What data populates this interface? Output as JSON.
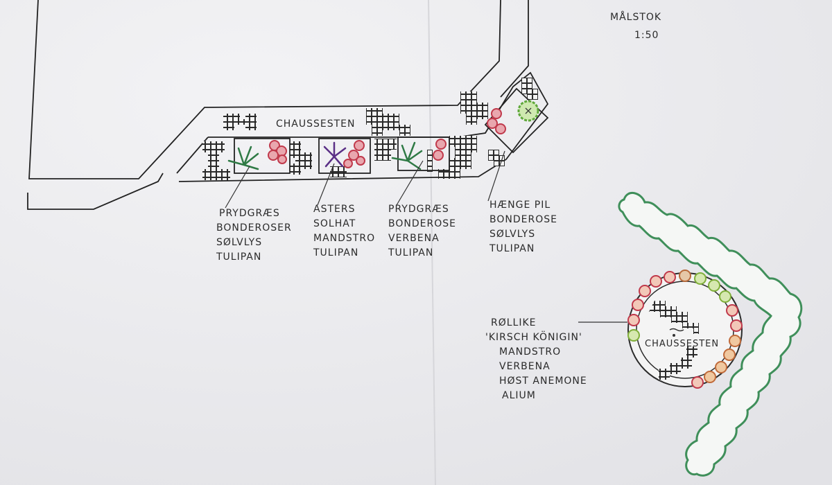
{
  "scale": {
    "title": "MÅLSTOK",
    "ratio": "1:50"
  },
  "path_label": "CHAUSSESTEN",
  "bed_labels": [
    [
      "PRYDGRÆS",
      "BONDEROSER",
      "SØLVLYS",
      "TULIPAN"
    ],
    [
      "ASTERS",
      "SOLHAT",
      "MANDSTRO",
      "TULIPAN"
    ],
    [
      "PRYDGRÆS",
      "BONDEROSE",
      "VERBENA",
      "TULIPAN"
    ],
    [
      "HÆNGE PIL",
      "BONDEROSE",
      "SØLVLYS",
      "TULIPAN"
    ]
  ],
  "circle_bed": {
    "center_label": "CHAUSSESTEN",
    "plants": [
      "RØLLIKE",
      "'KIRSCH KÖNIGIN'",
      "MANDSTRO",
      "VERBENA",
      "HØST ANEMONE",
      "ALIUM"
    ]
  },
  "colors": {
    "paper": "#ececef",
    "ink": "#222222",
    "rose": "#c0394b",
    "grass": "#2f7a45",
    "aster": "#5a2f86",
    "hedge": "#3f8f5a",
    "willow": "#7fbf3f"
  }
}
